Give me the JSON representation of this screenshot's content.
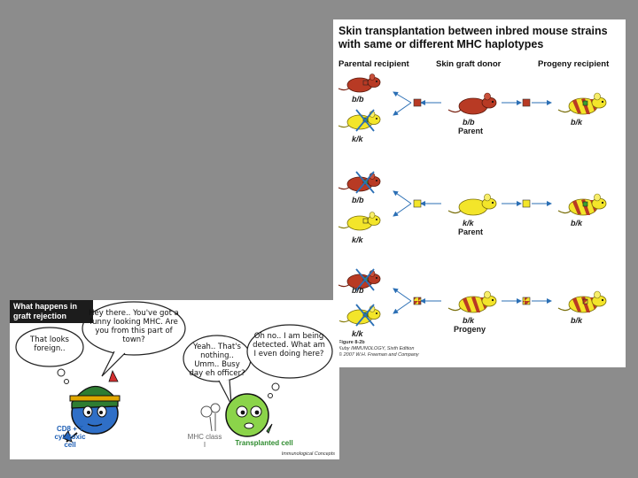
{
  "figure": {
    "title": "Skin transplantation between inbred mouse strains with same or different MHC haplotypes",
    "headers": {
      "parental_recipient": "Parental recipient",
      "skin_graft_donor": "Skin graft donor",
      "progeny_recipient": "Progeny recipient"
    },
    "rows": [
      {
        "donor_genotype": "b/b",
        "donor_label": "Parent",
        "recipient_top": "b/b",
        "recipient_bottom": "k/k",
        "progeny": "b/k"
      },
      {
        "donor_genotype": "k/k",
        "donor_label": "Parent",
        "recipient_top": "b/b",
        "recipient_bottom": "k/k",
        "progeny": "b/k"
      },
      {
        "donor_genotype": "b/k",
        "donor_label": "Progeny",
        "recipient_top": "b/b",
        "recipient_bottom": "k/k",
        "progeny": "b/k"
      }
    ],
    "caption": {
      "line1": "Figure 8-2b",
      "line2": "Kuby IMMUNOLOGY, Sixth Edition",
      "line3": "© 2007 W.H. Freeman and Company"
    },
    "colors": {
      "red_strain": "#b83a24",
      "yellow_strain": "#f3e52a",
      "reject_x": "#2b6fb5",
      "graft_ok": "#3aa02e"
    }
  },
  "cartoon": {
    "title": "What happens in graft rejection",
    "bubble_tcell_thought": "That looks foreign..",
    "bubble_tcell_speech": "Hey there.. You've got a funny looking MHC. Are you from this part of town?",
    "bubble_graft_reply": "Yeah.. That's nothing.. Umm.. Busy day eh officer?",
    "bubble_graft_thought": "Oh no.. I am being detected. What am I even doing here?",
    "tcell_label": "CD8 + T cytotoxic cell",
    "mhc_label": "MHC class I",
    "graft_label": "Transplanted cell",
    "credit": "Immunological Concepts"
  }
}
